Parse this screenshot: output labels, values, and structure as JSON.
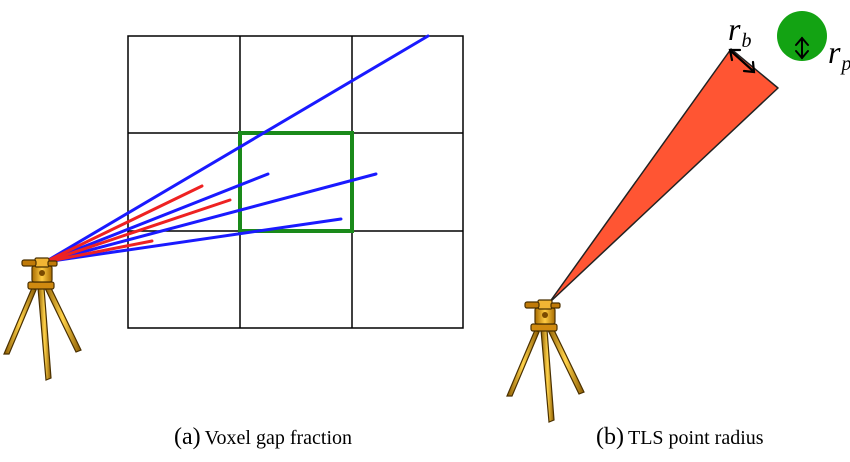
{
  "panels": [
    {
      "tag": "(a)",
      "caption": "Voxel gap fraction"
    },
    {
      "tag": "(b)",
      "caption": "TLS point radius"
    }
  ],
  "labels": {
    "beam_symbol": "r",
    "beam_subscript": "b",
    "point_symbol": "r",
    "point_subscript": "p"
  },
  "colors": {
    "grid": "#000000",
    "highlight_voxel": "#1a8a1a",
    "ray_full": "#1a1aff",
    "ray_partial": "#ee2222",
    "beam_cone": "#ff5533",
    "point_disk": "#13a313",
    "scanner_body": "#e8a628"
  },
  "icons": [
    "tls-scanner-icon",
    "double-arrow-icon"
  ]
}
